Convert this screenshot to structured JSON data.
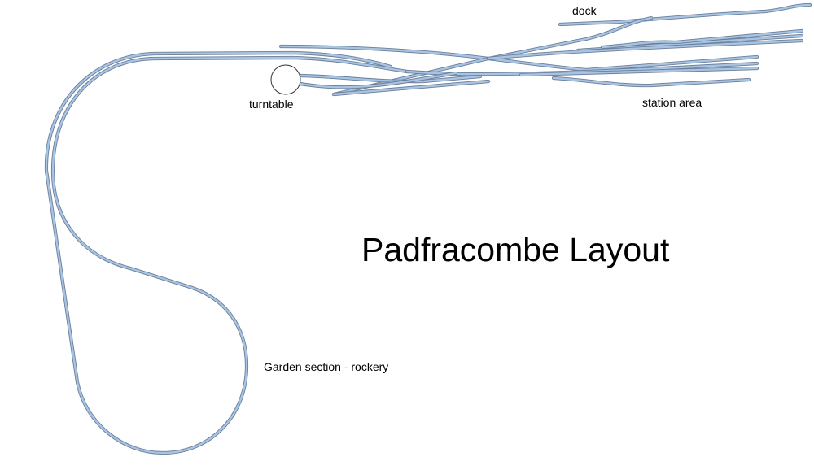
{
  "title": "Padfracombe Layout",
  "labels": {
    "dock": "dock",
    "turntable": "turntable",
    "station_area": "station area",
    "garden": "Garden section - rockery"
  },
  "colors": {
    "track_fill": "#a9c3e3",
    "track_edge": "#6a7f99"
  }
}
